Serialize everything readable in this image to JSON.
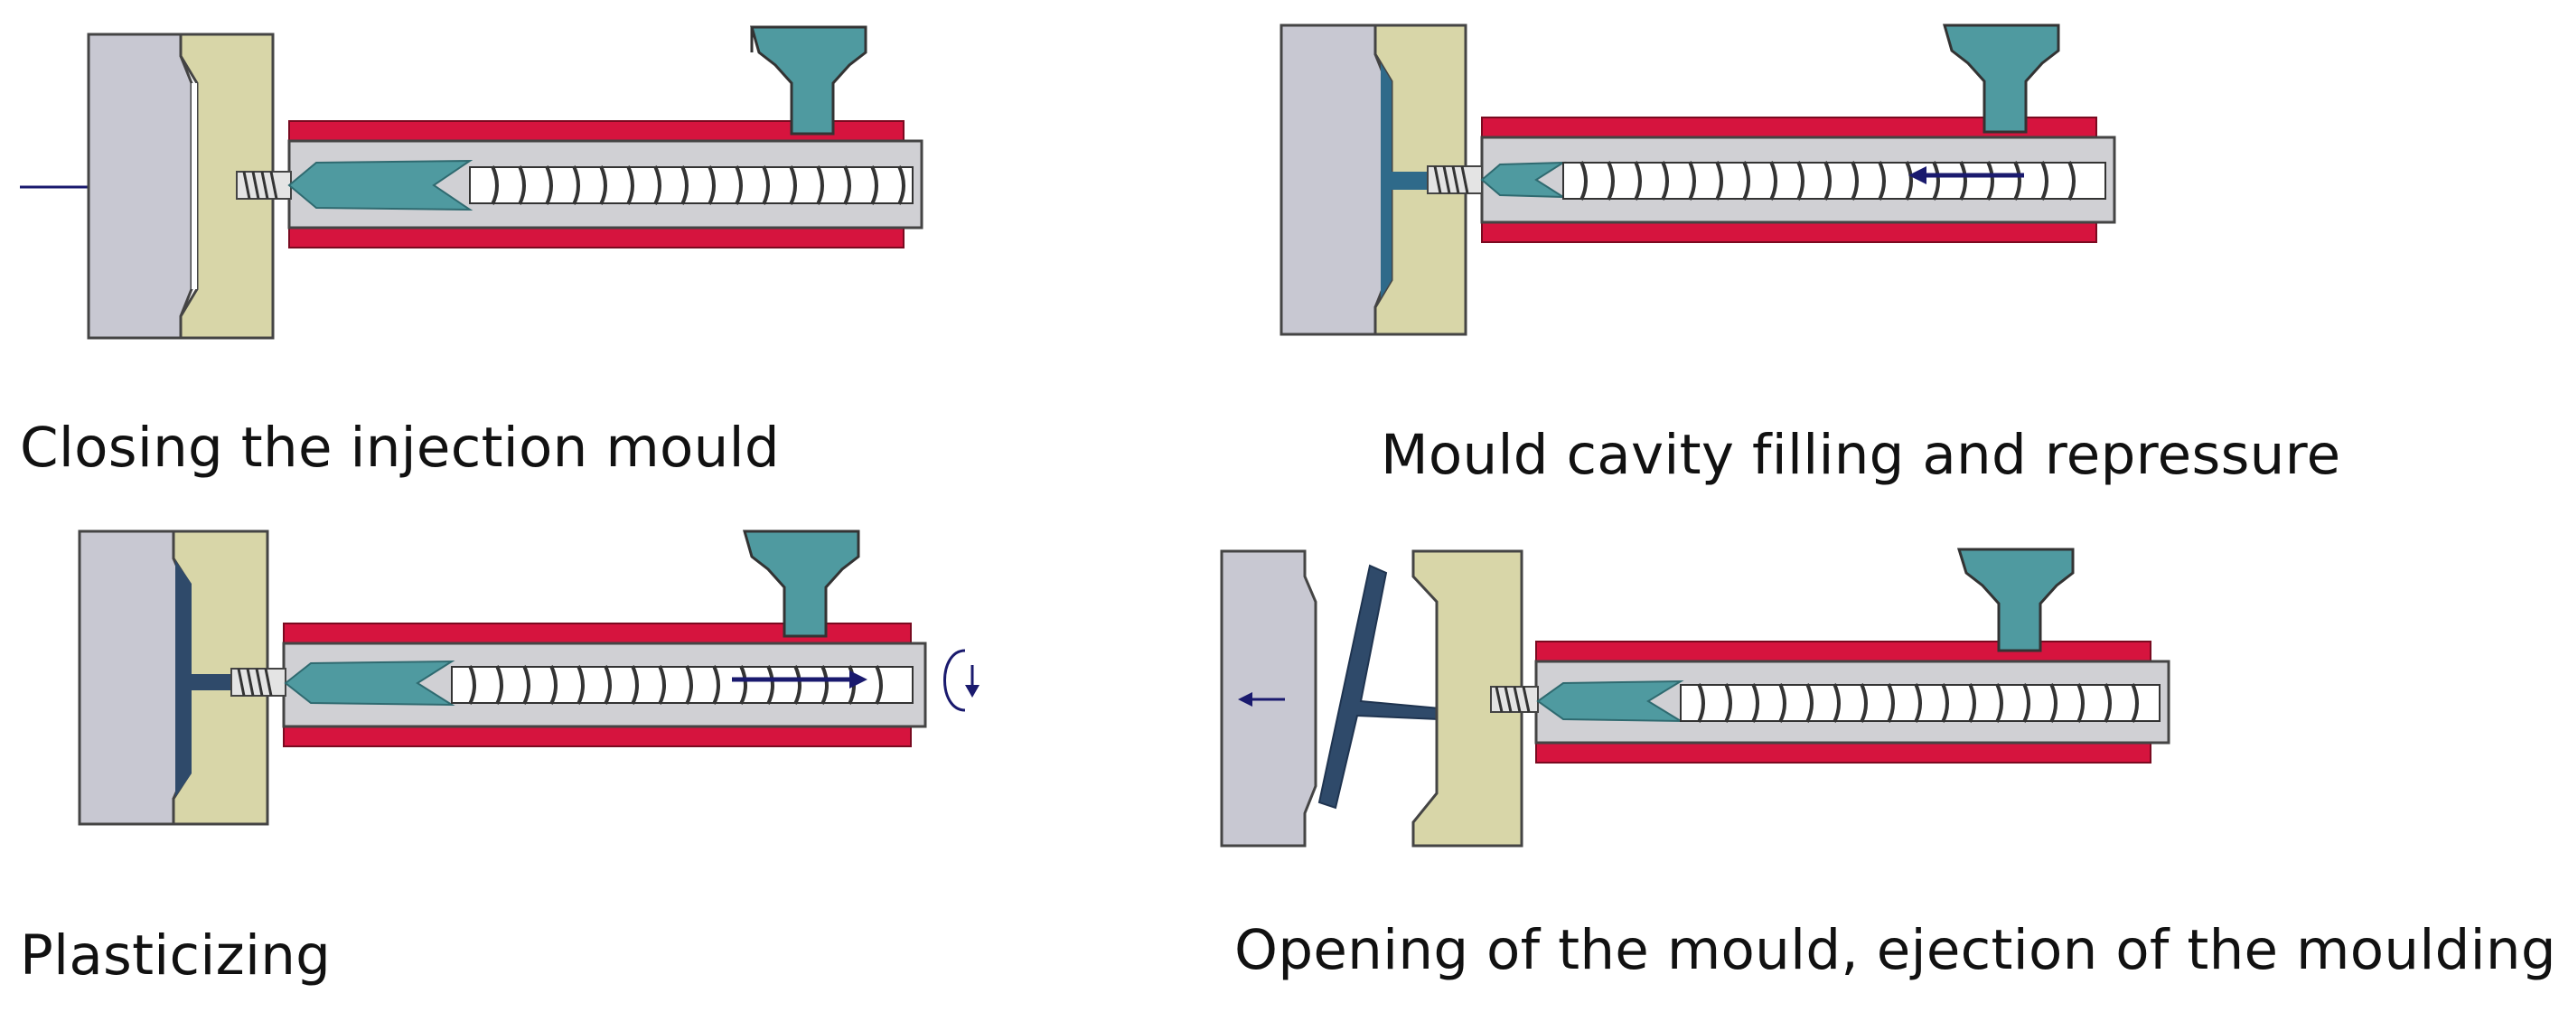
{
  "steps": [
    {
      "caption": "Closing the injection mould"
    },
    {
      "caption": "Mould cavity filling and repressure"
    },
    {
      "caption": "Plasticizing"
    },
    {
      "caption": "Opening of the mould, ejection of the moulding"
    }
  ],
  "colors": {
    "fixed_platen": "#c8c8d2",
    "moving_platen": "#d8d6a8",
    "heater_band": "#d6143e",
    "barrel": "#d0d0d4",
    "melt": "#4f9aa0",
    "hopper": "#4f9aa0",
    "screw": "#ffffff",
    "arrow": "#1a1a6e",
    "outline": "#444444"
  },
  "icons": [
    "right-arrow-icon",
    "left-arrow-icon",
    "rotation-arrow-icon",
    "double-arrow-icon"
  ]
}
